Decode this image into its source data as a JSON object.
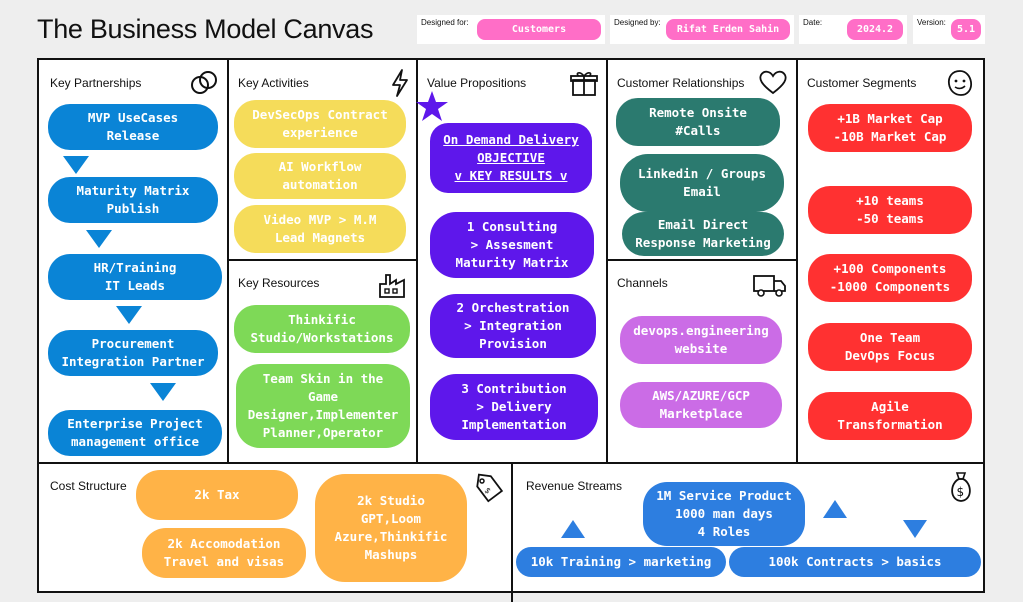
{
  "title": "The Business Model Canvas",
  "meta": {
    "designed_for_label": "Designed for:",
    "designed_for": "Customers",
    "designed_by_label": "Designed by:",
    "designed_by": "Rifat Erden Sahin",
    "date_label": "Date:",
    "date": "2024.2",
    "version_label": "Version:",
    "version": "5.1"
  },
  "sections": {
    "key_partnerships": "Key Partnerships",
    "key_activities": "Key Activities",
    "key_resources": "Key Resources",
    "value_propositions": "Value Propositions",
    "customer_relationships": "Customer Relationships",
    "channels": "Channels",
    "customer_segments": "Customer Segments",
    "cost_structure": "Cost Structure",
    "revenue_streams": "Revenue Streams"
  },
  "key_partnerships": [
    "MVP UseCases\nRelease",
    "Maturity Matrix\nPublish",
    "HR/Training\nIT Leads",
    "Procurement\nIntegration Partner",
    "Enterprise Project\nmanagement office"
  ],
  "key_activities": [
    "DevSecOps Contract\nexperience",
    "AI Workflow\nautomation",
    "Video MVP > M.M\nLead Magnets"
  ],
  "key_resources": [
    "Thinkific\nStudio/Workstations",
    "Team Skin in the\nGame\nDesigner,Implementer\nPlanner,Operator"
  ],
  "value_propositions": [
    "On Demand Delivery\nOBJECTIVE\nv KEY RESULTS v",
    "1 Consulting\n> Assesment\nMaturity Matrix",
    "2 Orchestration\n> Integration\nProvision",
    "3 Contribution\n> Delivery\nImplementation"
  ],
  "customer_relationships": [
    "Remote Onsite\n#Calls",
    "Linkedin / Groups\nEmail",
    "Email Direct\nResponse Marketing"
  ],
  "channels": [
    "devops.engineering\nwebsite",
    "AWS/AZURE/GCP\nMarketplace"
  ],
  "customer_segments": [
    "+1B  Market Cap\n-10B Market Cap",
    "+10 teams\n-50 teams",
    "+100 Components\n-1000 Components",
    "One Team\nDevOps Focus",
    "Agile\nTransformation"
  ],
  "cost_structure": [
    "2k Tax",
    "2k Accomodation\nTravel and visas",
    "2k Studio\nGPT,Loom\nAzure,Thinkific\nMashups"
  ],
  "revenue_streams": [
    "1M Service Product\n1000 man days\n4 Roles",
    "10k Training > marketing",
    "100k Contracts > basics"
  ],
  "colors": {
    "partners": "#0a84d6",
    "activities": "#f5dc5a",
    "resources": "#7ed957",
    "value": "#5e17eb",
    "relationships": "#2b7a6f",
    "channels": "#cb6ce6",
    "segments": "#ff3131",
    "costs": "#ffb347",
    "revenue": "#2d7ee0",
    "meta_badge": "#ff6ec7"
  },
  "icons": {
    "key_partnerships": "link-icon",
    "key_activities": "lightning-icon",
    "key_resources": "factory-icon",
    "value_propositions": "gift-icon",
    "customer_relationships": "heart-icon",
    "channels": "truck-icon",
    "customer_segments": "face-icon",
    "cost_structure": "price-tag-icon",
    "revenue_streams": "money-bag-icon"
  }
}
